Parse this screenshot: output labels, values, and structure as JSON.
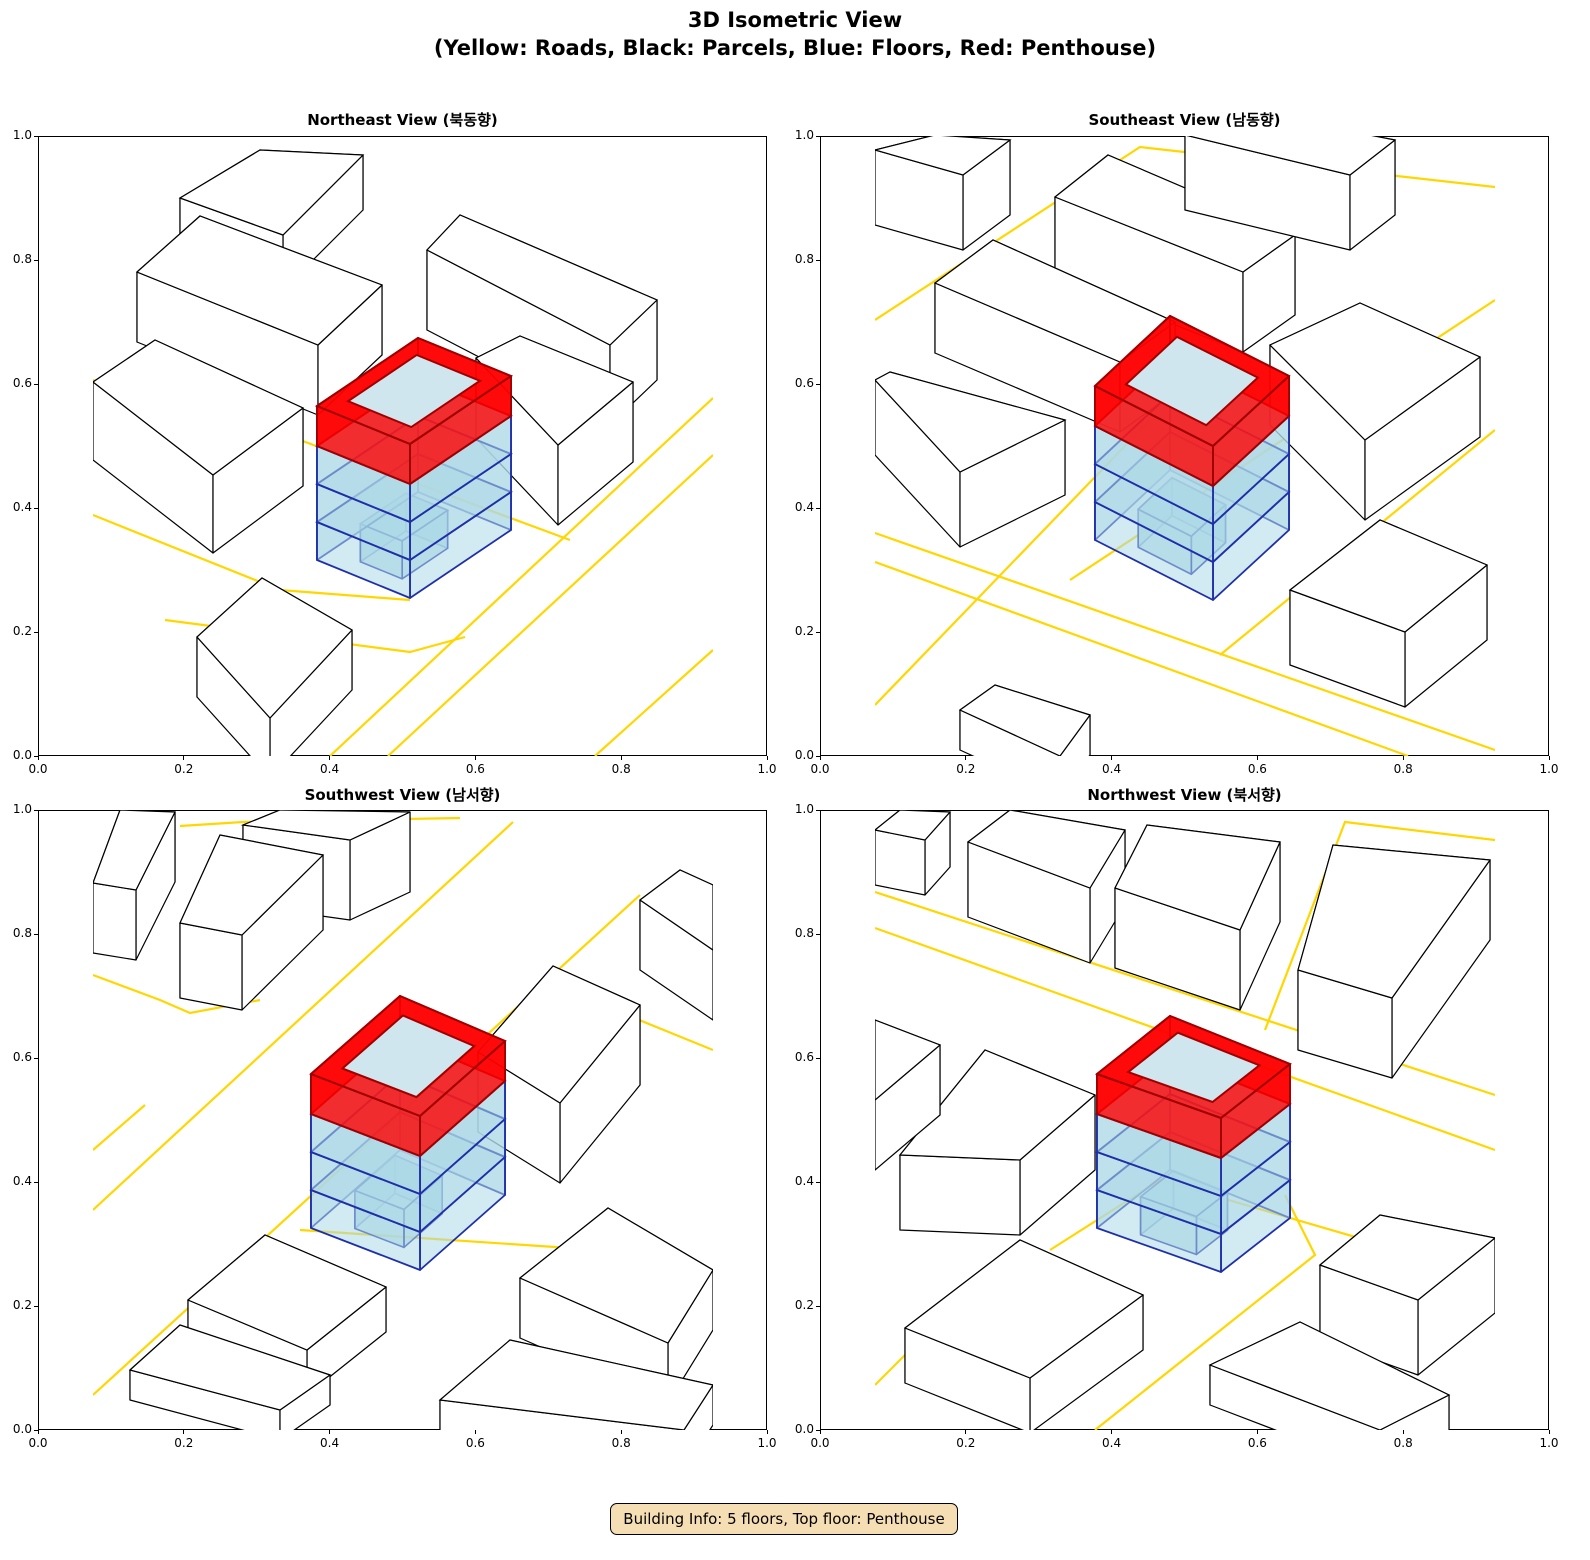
{
  "figure": {
    "title_line1": "3D Isometric View",
    "title_line2": "(Yellow: Roads, Black: Parcels, Blue: Floors, Red: Penthouse)"
  },
  "panels": [
    {
      "title": "Northeast View (북동향)"
    },
    {
      "title": "Southeast View (남동향)"
    },
    {
      "title": "Southwest View (남서향)"
    },
    {
      "title": "Northwest View (북서향)"
    }
  ],
  "axis_ticks": [
    "0.0",
    "0.2",
    "0.4",
    "0.6",
    "0.8",
    "1.0"
  ],
  "colors": {
    "road": "#ffd700",
    "parcel": "#000000",
    "floor": "#add8e6",
    "floor_edge": "#1f2fa8",
    "penthouse": "#ff0000",
    "penthouse_edge": "#a00000",
    "info_bg": "#f5deb3"
  },
  "info_box": "Building Info: 5 floors, Top floor: Penthouse"
}
